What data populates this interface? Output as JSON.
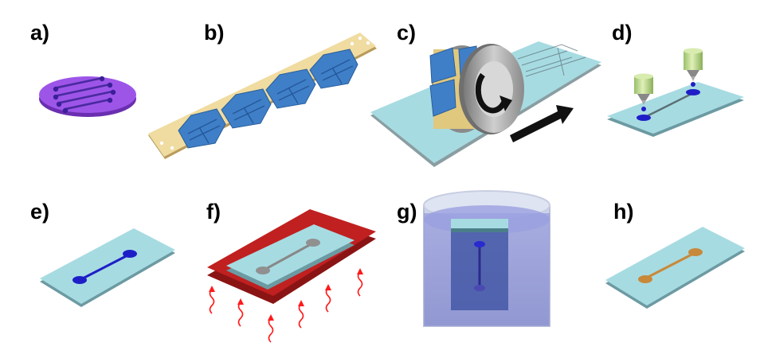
{
  "panels": [
    {
      "label": "a)",
      "content": "wafer-mold"
    },
    {
      "label": "b)",
      "content": "flexible-stamp-sheet"
    },
    {
      "label": "c)",
      "content": "roller-imprint"
    },
    {
      "label": "d)",
      "content": "ink-dispensing"
    },
    {
      "label": "e)",
      "content": "filled-channel"
    },
    {
      "label": "f)",
      "content": "hotplate-curing"
    },
    {
      "label": "g)",
      "content": "solution-bath"
    },
    {
      "label": "h)",
      "content": "final-device"
    }
  ],
  "colors": {
    "wafer": "#9d55e8",
    "stamp_sheet": "#f0dca0",
    "stamp_blue": "#3f7fc8",
    "substrate_top": "#a7dbe2",
    "substrate_side": "#7fb7c1",
    "ink": "#1e1ec8",
    "nozzle": "#bcdc88",
    "hotplate": "#c02020",
    "heat_arrow": "#ff1a1a",
    "bath": "#8a8ed8",
    "final_trace": "#c8893a"
  },
  "icons": {
    "rotation": "curved-arrow-icon",
    "motion": "straight-arrow-icon",
    "heat": "wavy-arrow-icon"
  }
}
